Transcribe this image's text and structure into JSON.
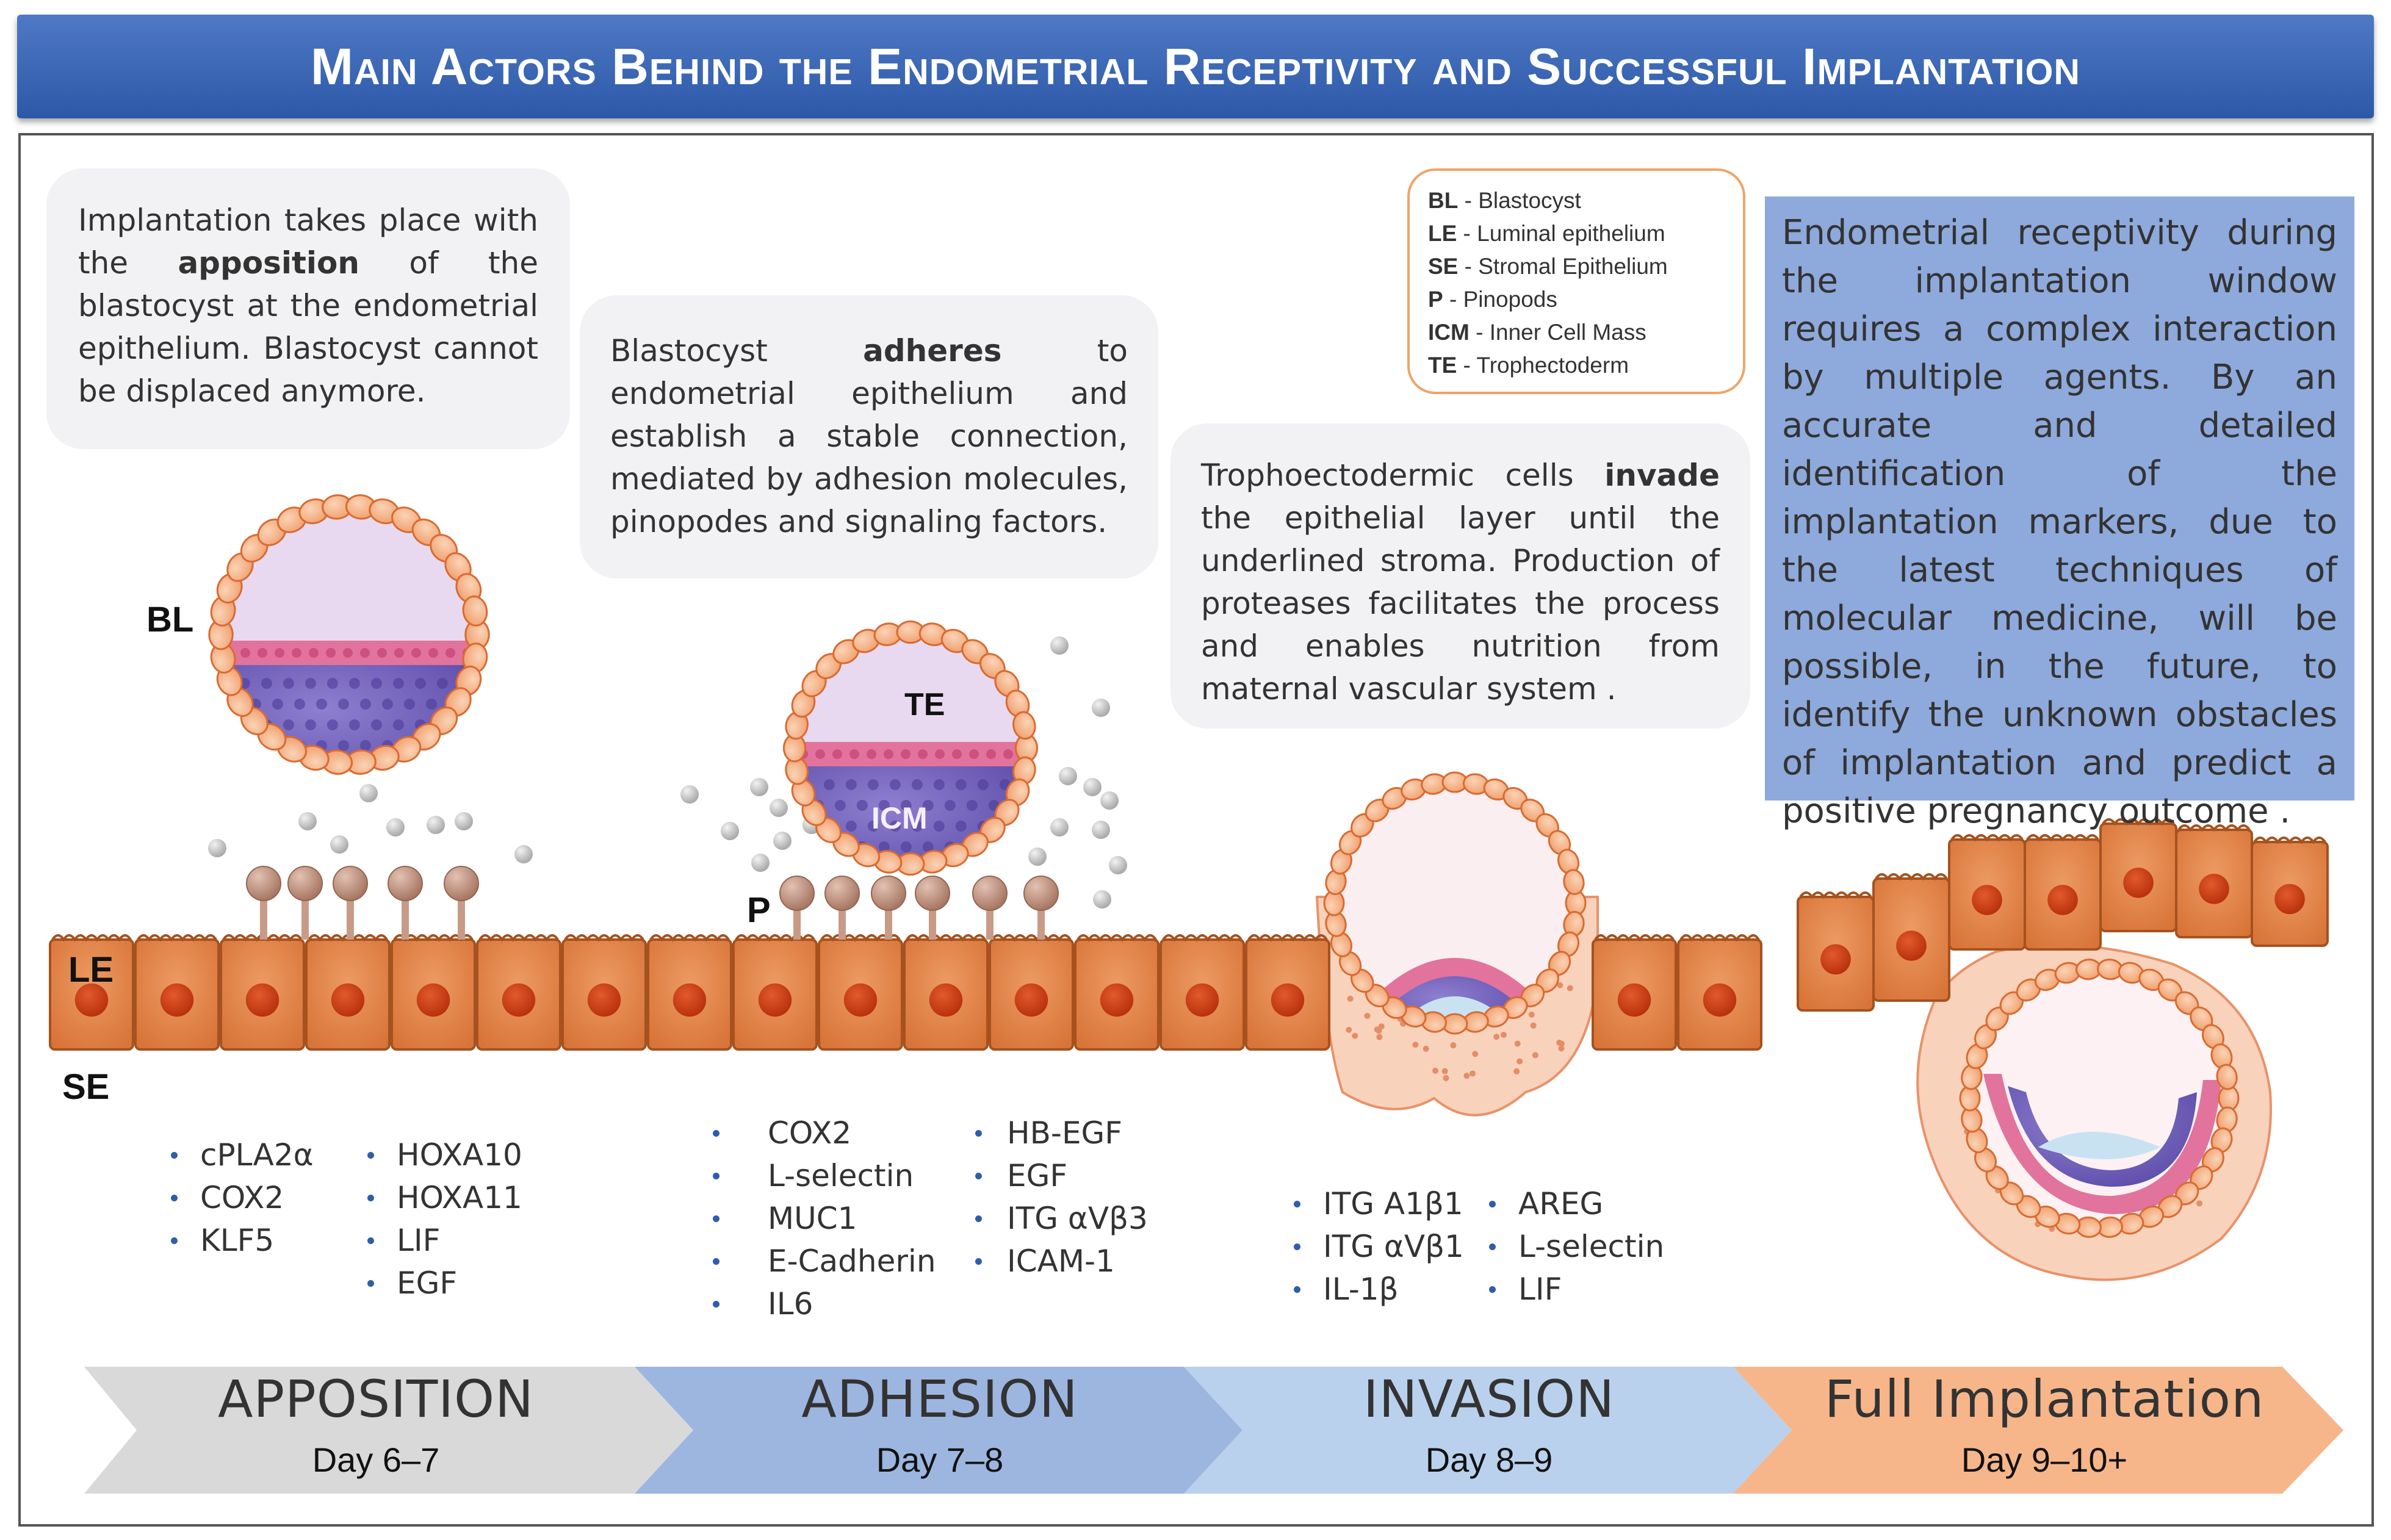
{
  "header": {
    "title": "Main Actors Behind the Endometrial Receptivity and Successful Implantation"
  },
  "bubbles": {
    "apposition": {
      "pre": "Implantation takes place with the ",
      "bold": "apposition",
      "post": " of the blastocyst at the endometrial epithelium. Blastocyst cannot be displaced anymore."
    },
    "adhesion": {
      "pre": "Blastocyst ",
      "bold": "adheres",
      "post": " to endometrial epithelium and establish a stable connection, mediated by adhesion molecules, pinopodes and signaling factors."
    },
    "invasion": {
      "pre": "Trophoectodermic cells ",
      "bold": "invade",
      "post": " the epithelial layer until the underlined stroma. Production of proteases facilitates the process and enables nutrition from maternal vascular system ."
    }
  },
  "abbreviations": [
    {
      "abbr": "BL",
      "desc": " - Blastocyst"
    },
    {
      "abbr": "LE",
      "desc": " - Luminal epithelium"
    },
    {
      "abbr": "SE",
      "desc": " - Stromal Epithelium"
    },
    {
      "abbr": "P",
      "desc": " - Pinopods"
    },
    {
      "abbr": "ICM",
      "desc": " - Inner Cell Mass"
    },
    {
      "abbr": "TE",
      "desc": " - Trophectoderm"
    }
  ],
  "summary": "Endometrial receptivity during the implantation window requires a complex interaction by multiple agents. By an accurate and detailed identification of the implantation markers, due to the latest techniques of molecular medicine, will be possible, in the future, to identify the unknown obstacles of implantation and predict a positive pregnancy outcome .",
  "labels": {
    "bl": "BL",
    "te": "TE",
    "icm": "ICM",
    "p": "P",
    "le": "LE",
    "se": "SE"
  },
  "markers": {
    "apposition": [
      [
        "cPLA2α",
        "COX2",
        "KLF5"
      ],
      [
        "HOXA10",
        "HOXA11",
        "LIF",
        "EGF"
      ]
    ],
    "adhesion": [
      [
        "COX2",
        "L-selectin",
        "MUC1",
        "E-Cadherin",
        "IL6"
      ],
      [
        "HB-EGF",
        "EGF",
        "ITG αVβ3",
        "ICAM-1"
      ]
    ],
    "invasion": [
      [
        "ITG A1β1",
        "ITG αVβ1",
        "IL-1β"
      ],
      [
        "AREG",
        "L-selectin",
        "LIF"
      ]
    ]
  },
  "stages": [
    {
      "name": "APPOSITION",
      "day": "Day 6–7",
      "color": "#d9d9d9"
    },
    {
      "name": "ADHESION",
      "day": "Day 7–8",
      "color": "#9db6e0"
    },
    {
      "name": "INVASION",
      "day": "Day 8–9",
      "color": "#b9d1ed"
    },
    {
      "name": "Full Implantation",
      "day": "Day 9–10+",
      "color": "#f6b68a"
    }
  ],
  "colors": {
    "header": "#2c58a8",
    "cell_fill": "#e0834b",
    "cell_stroke": "#a5521f",
    "nucleus": "#c93d15",
    "shell_fill": "#f7b184",
    "blastocoel": "#e8d9f0",
    "te_pink": "#e2739c",
    "icm_purple": "#7d6bc4",
    "pinopode": "#c89b87",
    "summary_box": "#8ea9db",
    "abbrev_border": "#f0a466"
  }
}
